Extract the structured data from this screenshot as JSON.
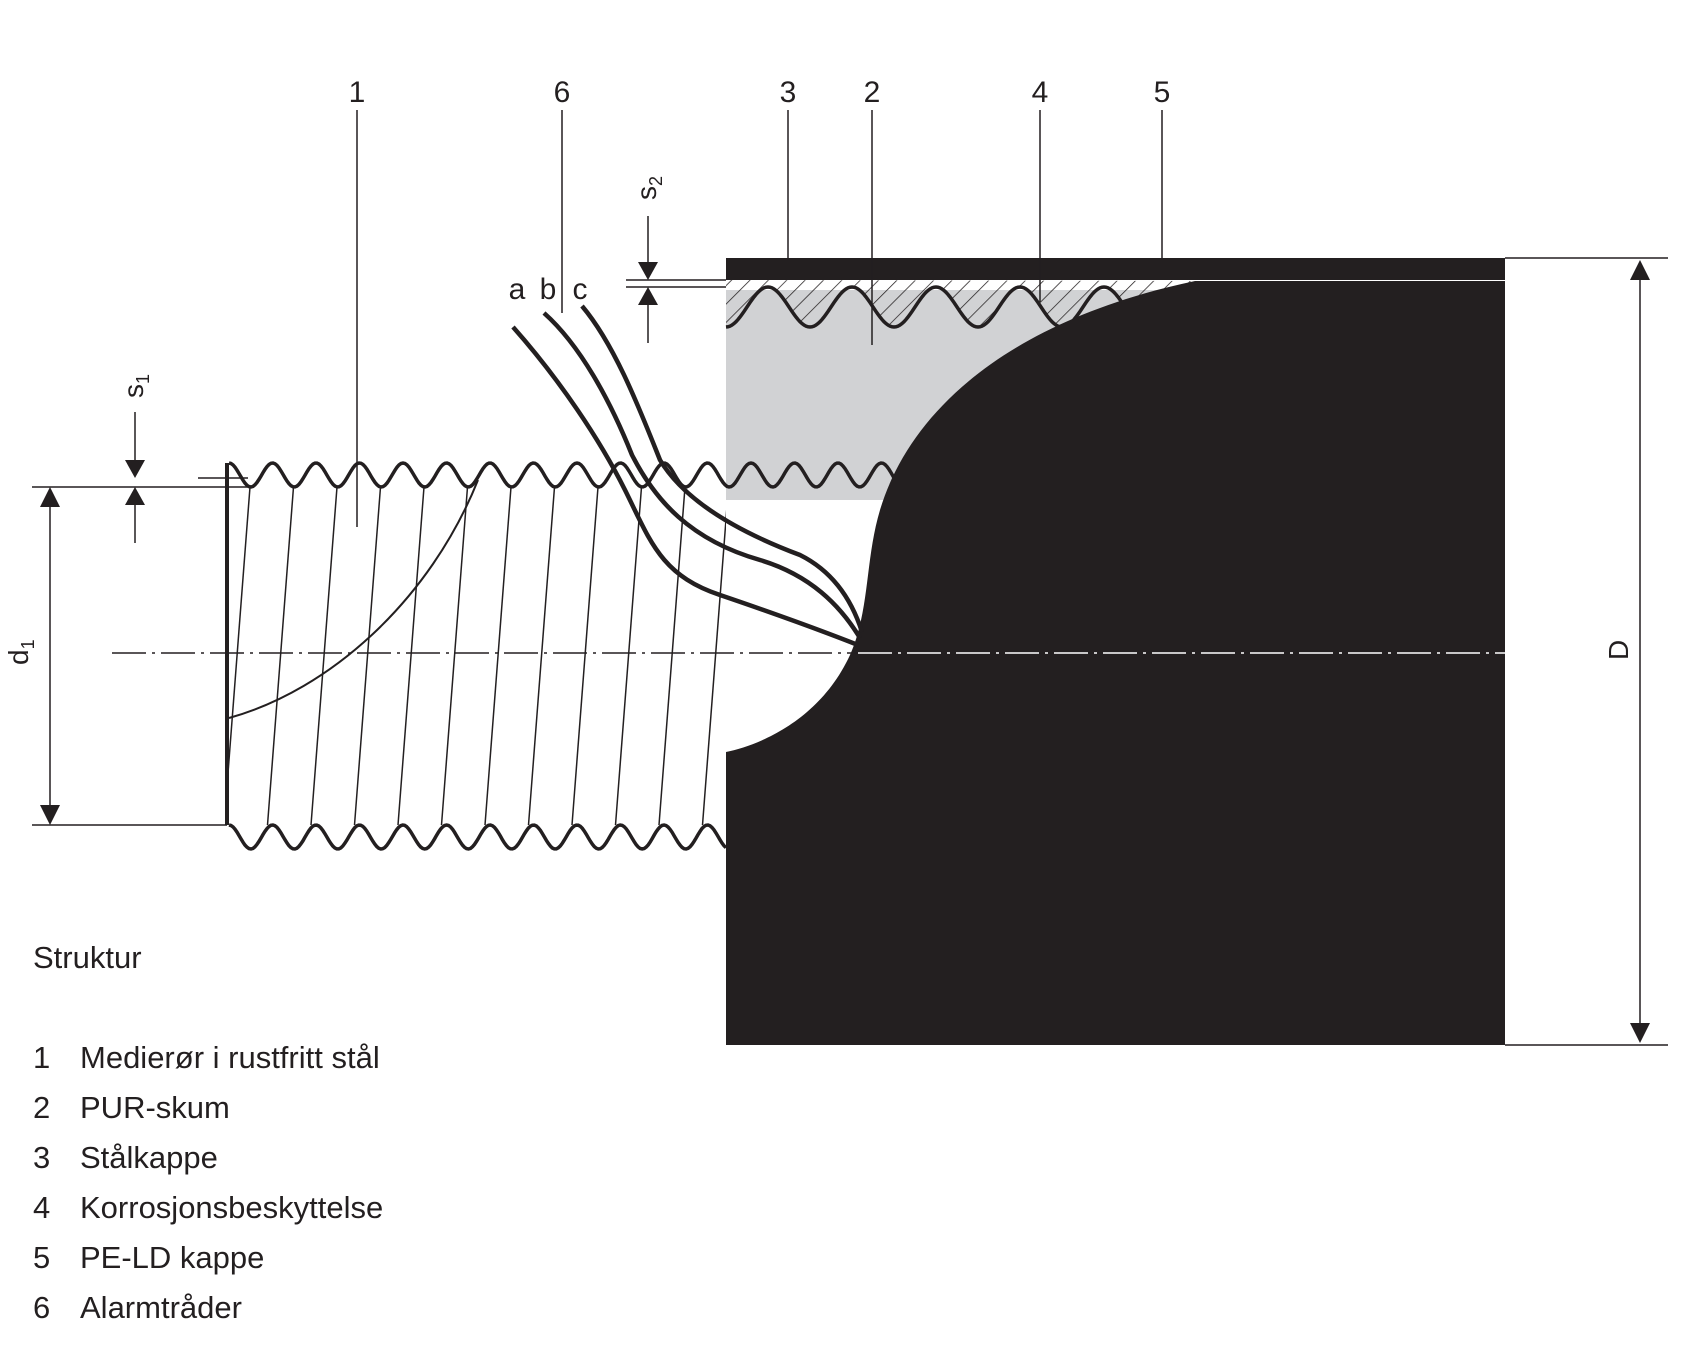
{
  "callouts": [
    "1",
    "6",
    "3",
    "2",
    "4",
    "5"
  ],
  "wire_labels": [
    "a",
    "b",
    "c"
  ],
  "dimensions": {
    "s1": {
      "base": "s",
      "sub": "1"
    },
    "s2": {
      "base": "s",
      "sub": "2"
    },
    "d1": {
      "base": "d",
      "sub": "1"
    },
    "D": "D"
  },
  "legend": {
    "title": "Struktur",
    "items": [
      {
        "num": "1",
        "label": "Medierør i rustfritt stål"
      },
      {
        "num": "2",
        "label": "PUR-skum"
      },
      {
        "num": "3",
        "label": "Stålkappe"
      },
      {
        "num": "4",
        "label": "Korrosjonsbeskyttelse"
      },
      {
        "num": "5",
        "label": "PE-LD kappe"
      },
      {
        "num": "6",
        "label": "Alarmtråder"
      }
    ]
  },
  "colors": {
    "ink": "#231f20",
    "foam": "#d1d2d4",
    "background": "#ffffff"
  }
}
